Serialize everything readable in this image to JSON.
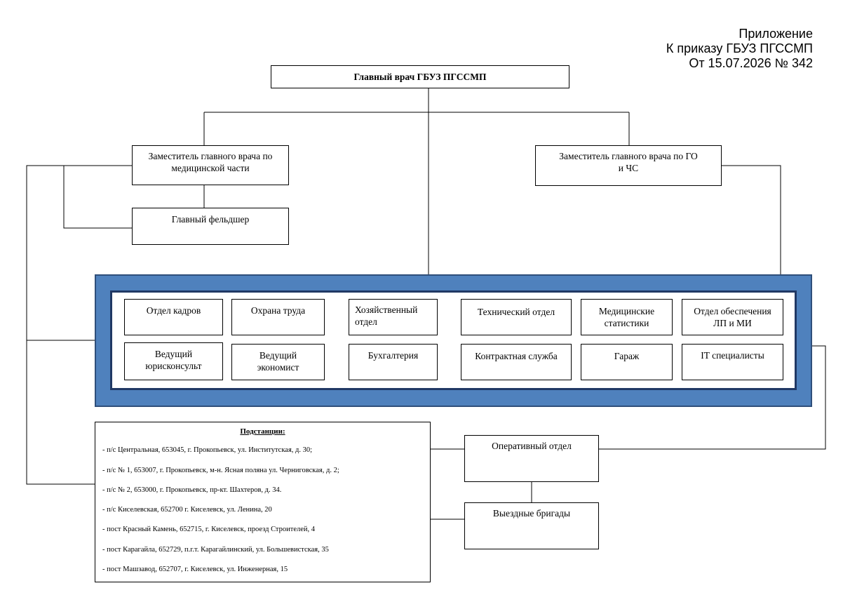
{
  "appendix": {
    "line1": "Приложение",
    "line2": "К приказу ГБУЗ ПГССМП",
    "line3": "От 15.07.2026 № 342"
  },
  "chief": "Главный врач ГБУЗ ПГССМП",
  "deputy_med": "Заместитель главного врача по медицинской части",
  "deputy_go": "Заместитель главного врача по ГО и ЧС",
  "paramedic": "Главный фельдшер",
  "departments": {
    "hr": "Отдел кадров",
    "labor_safety": "Охрана труда",
    "economic": "Хозяйственный отдел",
    "technical": "Технический отдел",
    "med_stats": "Медицинские статистики",
    "supply": "Отдел обеспечения ЛП и МИ",
    "legal": "Ведущий юрисконсульт",
    "economist": "Ведущий экономист",
    "accounting": "Бухгалтерия",
    "contract": "Контрактная служба",
    "garage": "Гараж",
    "it": "IT специалисты"
  },
  "operations": "Оперативный отдел",
  "brigades": "Выездные бригады",
  "substations": {
    "title": "Подстанции:",
    "items": [
      "- п/с Центральная,  653045, г. Прокопьевск, ул. Институтская, д. 30;",
      "- п/с № 1, 653007, г. Прокопьевск, м-н. Ясная поляна ул. Черниговская, д. 2;",
      "- п/с № 2, 653000, г. Прокопьевск, пр-кт. Шахтеров, д. 34.",
      "- п/с Киселевская, 652700 г. Киселевск, ул. Ленина, 20",
      "- пост Красный Камень, 652715, г. Киселевск, проезд Строителей, 4",
      "- пост Карагайла, 652729, п.г.т. Карагайлинский, ул. Большевистская, 35",
      "- пост Машзавод, 652707, г. Киселевск, ул. Инженерная, 15"
    ]
  }
}
